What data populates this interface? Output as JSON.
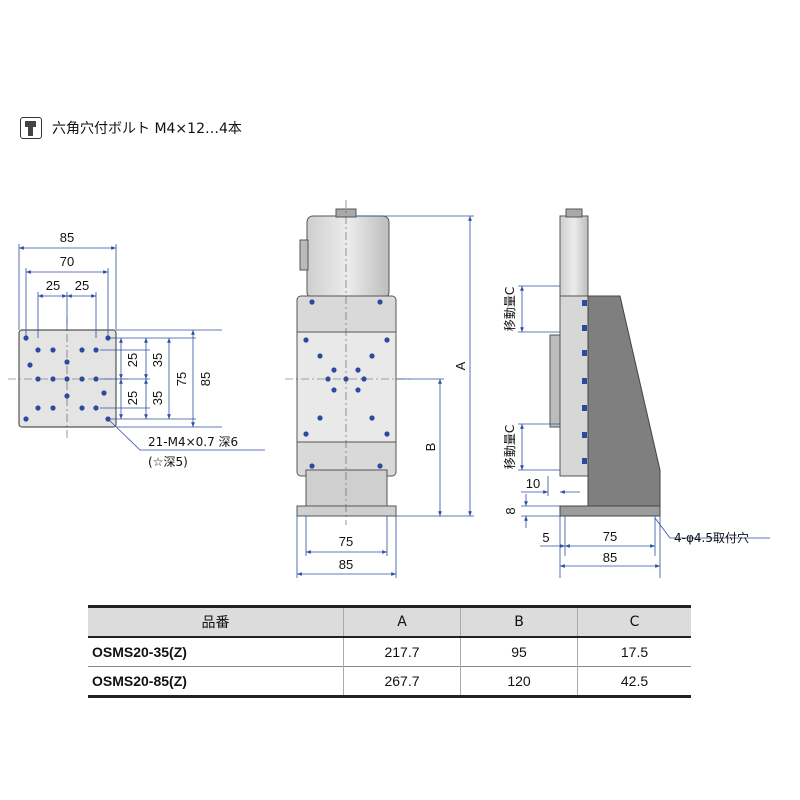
{
  "header": {
    "bolt_text": "六角穴付ボルト M4×12…4本"
  },
  "top_view": {
    "dims": {
      "overall": "85",
      "holes_outer": "70",
      "pitch_a": "25",
      "pitch_b": "25",
      "v_35a": "35",
      "v_25a": "25",
      "v_25b": "25",
      "v_35b": "35",
      "v_75": "75",
      "v_85": "85"
    },
    "note_line1": "21-M4×0.7 深6",
    "note_line2": "(☆深5)"
  },
  "front_view": {
    "dim_A": "A",
    "dim_B": "B",
    "dim_75": "75",
    "dim_85": "85"
  },
  "side_view": {
    "travel_c_upper": "移動量C",
    "travel_c_lower": "移動量C",
    "dim_10": "10",
    "dim_8": "8",
    "dim_5": "5",
    "dim_75": "75",
    "dim_85": "85",
    "mount_note": "4-φ4.5取付穴"
  },
  "table": {
    "headers": [
      "品番",
      "A",
      "B",
      "C"
    ],
    "rows": [
      [
        "OSMS20-35(Z)",
        "217.7",
        "95",
        "17.5"
      ],
      [
        "OSMS20-85(Z)",
        "267.7",
        "120",
        "42.5"
      ]
    ]
  },
  "colors": {
    "dimension_line": "#2c4fa3",
    "part_fill": "#e2e2e2",
    "part_dark": "#7d7d7d",
    "hole": "#2b4aa0"
  }
}
